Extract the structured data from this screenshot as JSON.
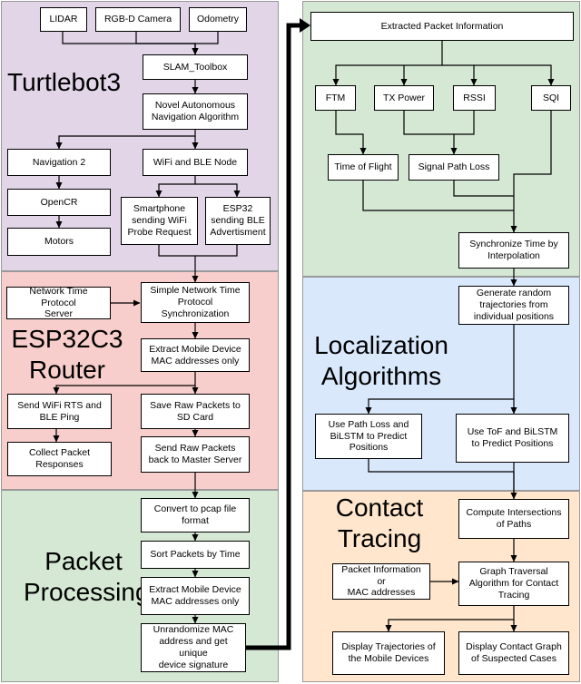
{
  "colors": {
    "turtlebot": "#e1d5e7",
    "router": "#f8cecc",
    "processing": "#d5e8d4",
    "extraction": "#d5e8d4",
    "localization": "#dae8fc",
    "contact": "#ffe6cc"
  },
  "sections": {
    "turtlebot": "Turtlebot3",
    "router": "ESP32C3\nRouter",
    "processing": "Packet\nProcessing",
    "localization": "Localization\nAlgorithms",
    "contact": "Contact\nTracing"
  },
  "turtlebot": {
    "lidar": "LIDAR",
    "camera": "RGB-D Camera",
    "odometry": "Odometry",
    "slam": "SLAM_Toolbox",
    "nav_algo": "Novel Autonomous\nNavigation Algorithm",
    "navigation2": "Navigation 2",
    "wifi_ble_node": "WiFi and BLE Node",
    "opencr": "OpenCR",
    "smartphone": "Smartphone\nsending WiFi\nProbe Request",
    "esp32": "ESP32\nsending BLE\nAdvertisment",
    "motors": "Motors"
  },
  "router": {
    "ntp_server": "Network Time Protocol\nServer",
    "sntp": "Simple Network Time\nProtocol\nSynchronization",
    "extract_mac": "Extract Mobile Device\nMAC addresses only",
    "send_rts": "Send WiFi RTS and\nBLE Ping",
    "save_raw": "Save Raw Packets to\nSD Card",
    "collect": "Collect Packet\nResponses",
    "send_raw": "Send Raw Packets\nback to Master Server"
  },
  "processing": {
    "pcap": "Convert to pcap file\nformat",
    "sort": "Sort Packets by Time",
    "extract_mac": "Extract Mobile Device\nMAC addresses only",
    "unrandomize": "Unrandomize MAC\naddress and get unique\ndevice signature"
  },
  "extraction": {
    "extracted": "Extracted Packet Information",
    "ftm": "FTM",
    "tx_power": "TX Power",
    "rssi": "RSSI",
    "sqi": "SQI",
    "tof": "Time of Flight",
    "path_loss": "Signal Path Loss",
    "sync": "Synchronize Time by\nInterpolation"
  },
  "localization": {
    "generate": "Generate random\ntrajectories from\nindividual positions",
    "path_loss_bilstm": "Use Path Loss and\nBiLSTM to Predict\nPositions",
    "tof_bilstm": "Use ToF and BiLSTM\nto Predict Positions"
  },
  "contact": {
    "intersections": "Compute Intersections\nof Paths",
    "packet_info": "Packet Information or\nMAC addresses",
    "graph_traversal": "Graph Traversal\nAlgorithm for Contact\nTracing",
    "display_traj": "Display Trajectories of\nthe Mobile Devices",
    "display_graph": "Display Contact Graph\nof Suspected Cases"
  }
}
